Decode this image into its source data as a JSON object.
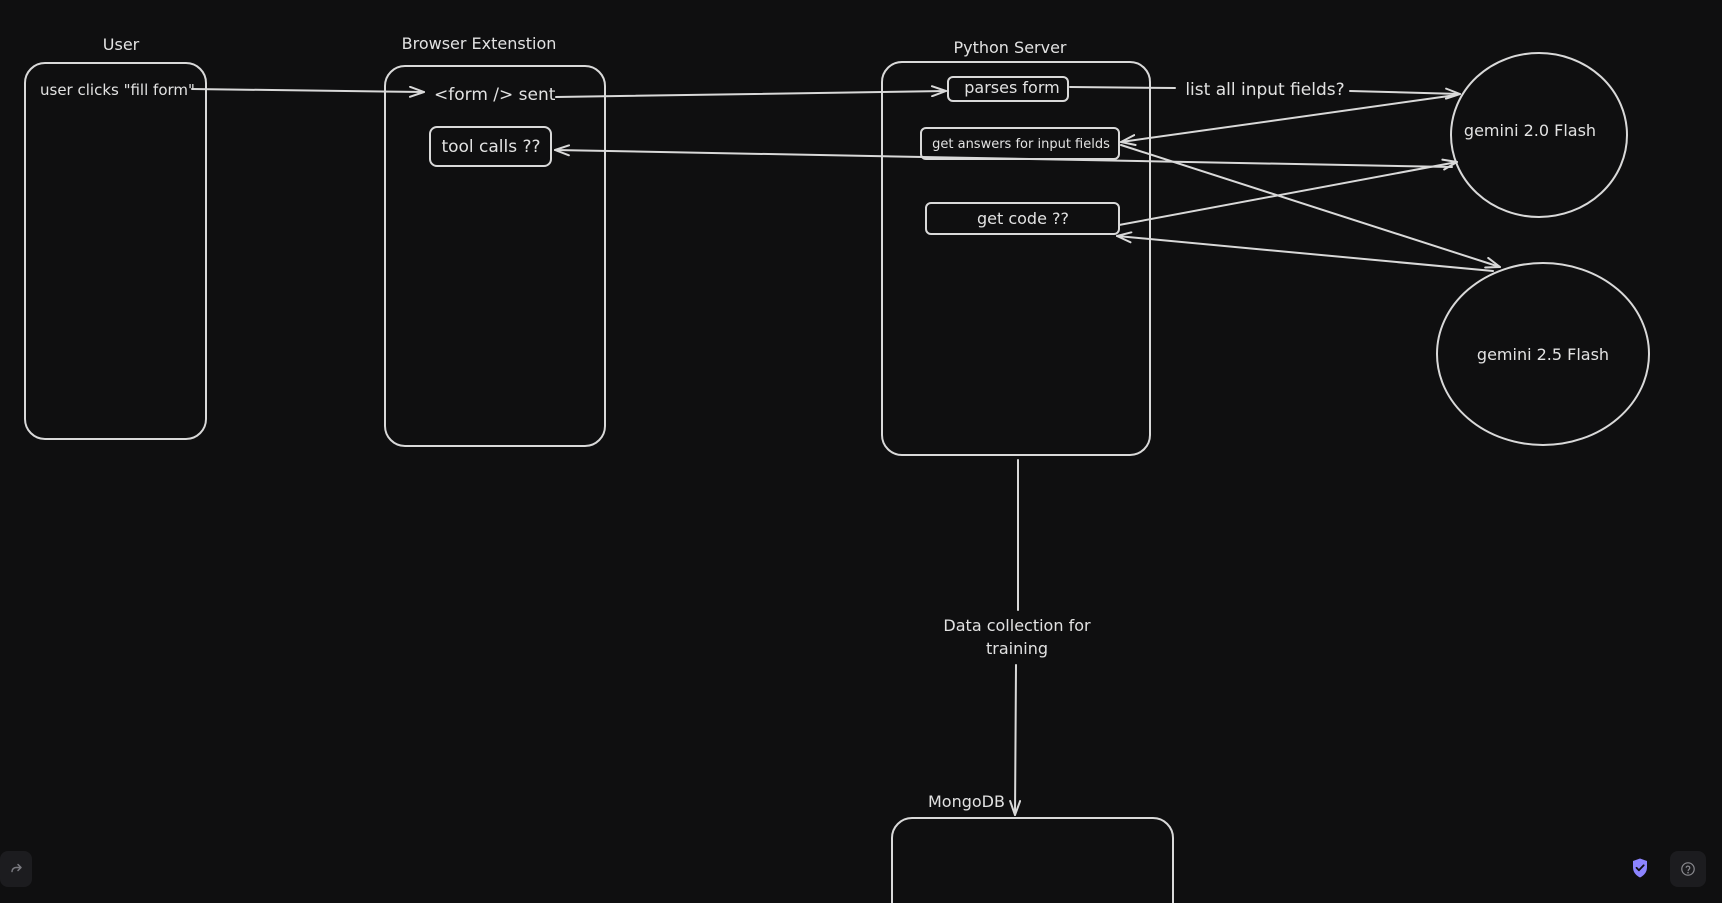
{
  "diagram": {
    "colors": {
      "background": "#0f0f10",
      "stroke": "#d9d9d9",
      "text": "#e2e2e2",
      "shield": "#8c84ff"
    },
    "groups": {
      "user": {
        "title": "User",
        "action": "user clicks \"fill form\""
      },
      "extension": {
        "title": "Browser Extenstion",
        "form_sent": "<form /> sent",
        "tool_calls": "tool calls ??"
      },
      "server": {
        "title": "Python Server",
        "parses_form": "parses form",
        "get_answers": "get answers for input fields",
        "get_code": "get code ??"
      },
      "gemini20": {
        "label": "gemini 2.0 Flash"
      },
      "gemini25": {
        "label": "gemini 2.5 Flash"
      },
      "mongodb": {
        "title": "MongoDB"
      }
    },
    "edge_labels": {
      "list_fields": "list all input fields?",
      "data_collection_line1": "Data collection for",
      "data_collection_line2": "training"
    }
  },
  "toolbar": {
    "redo_icon": "redo-icon",
    "shield_icon": "shield-check-icon",
    "help_icon": "help-icon"
  }
}
